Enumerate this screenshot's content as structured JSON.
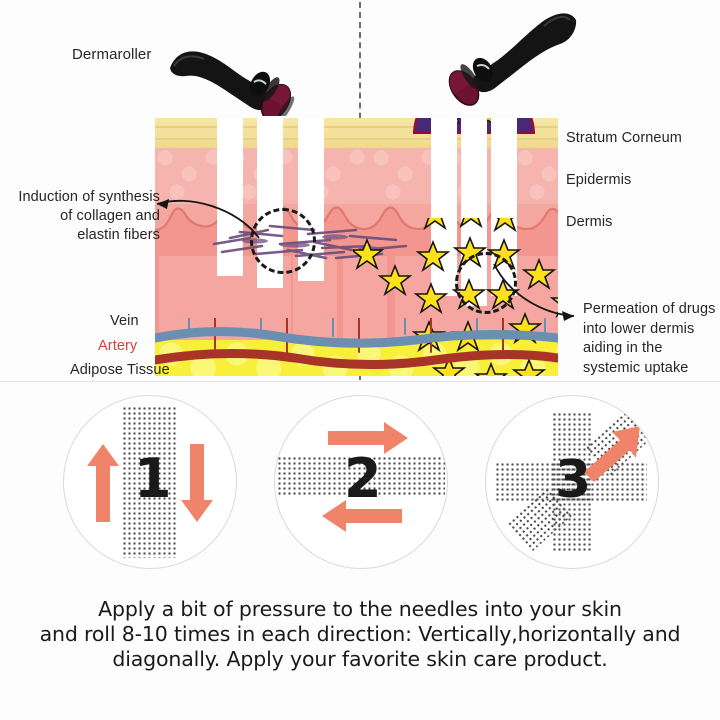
{
  "top_panel": {
    "labels": {
      "dermaroller": "Dermaroller",
      "induction": "Induction of synthesis of collagen and elastin fibers",
      "induction_lines": [
        "Induction of synthesis",
        "of collagen and",
        "elastin fibers"
      ],
      "vein": "Vein",
      "artery": "Artery",
      "adipose": "Adipose Tissue",
      "stratum_corneum": "Stratum Corneum",
      "epidermis": "Epidermis",
      "dermis": "Dermis",
      "permeation": "Permeation of drugs into lower dermis aiding in the systemic uptake",
      "permeation_lines": [
        "Permeation of drugs",
        "into lower dermis",
        "aiding in the",
        "systemic uptake"
      ]
    },
    "colors": {
      "stratum_corneum": "#f3e09a",
      "epidermis": "#f6b4ae",
      "dermis": "#f2968f",
      "adipose": "#f7ef3a",
      "vein": "#6b8fb0",
      "artery": "#a83428",
      "artery_text": "#d94040",
      "drug_dome": "#4a2878",
      "drug_dome_border": "#8b1040",
      "drug_particle": "#ffe11a",
      "collagen_fiber": "#6e4f7a",
      "roller_body": "#141414",
      "roller_head": "#6b1330"
    }
  },
  "bottom_panel": {
    "steps": [
      {
        "number": "1",
        "direction": "vertical",
        "arrows": [
          "up",
          "down"
        ]
      },
      {
        "number": "2",
        "direction": "horizontal",
        "arrows": [
          "right",
          "left"
        ]
      },
      {
        "number": "3",
        "direction": "diagonal",
        "arrows": [
          "diagonal-up-right"
        ]
      }
    ],
    "caption_lines": [
      "Apply a bit of pressure to the needles into your skin",
      "and roll 8-10 times in each direction: Vertically,horizontally and",
      "diagonally. Apply your favorite skin care product."
    ],
    "arrow_color": "#f0846a",
    "mesh_color": "#4c4c4c",
    "circle_border": "#d9d9d9"
  }
}
